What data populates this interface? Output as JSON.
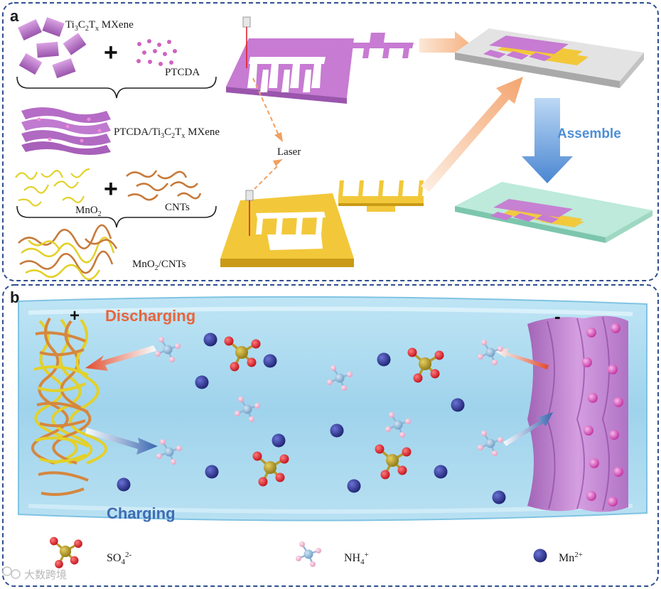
{
  "panel_a": {
    "letter": "a",
    "mxene": {
      "base": "Ti",
      "s1": "3",
      "mid": "C",
      "s2": "2",
      "end": "T",
      "s3": "x",
      "suffix": " MXene"
    },
    "ptcda": "PTCDA",
    "composite": {
      "prefix": "PTCDA/Ti",
      "s1": "3",
      "mid": "C",
      "s2": "2",
      "end": "T",
      "s3": "x",
      "suffix": " MXene"
    },
    "mno2": {
      "base": "MnO",
      "sub": "2"
    },
    "cnts": "CNTs",
    "mno2_cnts": {
      "base": "MnO",
      "sub": "2",
      "suffix": "/CNTs"
    },
    "laser": "Laser",
    "assemble": "Assemble",
    "plus_sign": "+"
  },
  "panel_b": {
    "letter": "b",
    "positive": "+",
    "negative": "-",
    "discharging": "Discharging",
    "charging": "Charging"
  },
  "legend": {
    "so4": {
      "base": "SO",
      "sub": "4",
      "sup": "2-"
    },
    "nh4": {
      "base": "NH",
      "sub": "4",
      "sup": "+"
    },
    "mn": {
      "base": "Mn",
      "sup": "2+"
    }
  },
  "watermark": "大数跨境",
  "colors": {
    "mxene": "#c77bd2",
    "mno2": "#f2c83a",
    "border_dash": "#2e4f8f",
    "electrolyte": "#a8d8ee",
    "discharging": "#e8643c",
    "charging": "#3f6db3",
    "assemble": "#4d8fd6",
    "mn_ion": "#2a2f8a",
    "sulfur": "#b59a2a",
    "oxygen": "#d8242a",
    "nitrogen": "#8fb7d8",
    "hydrogen": "#f0b8d0"
  }
}
